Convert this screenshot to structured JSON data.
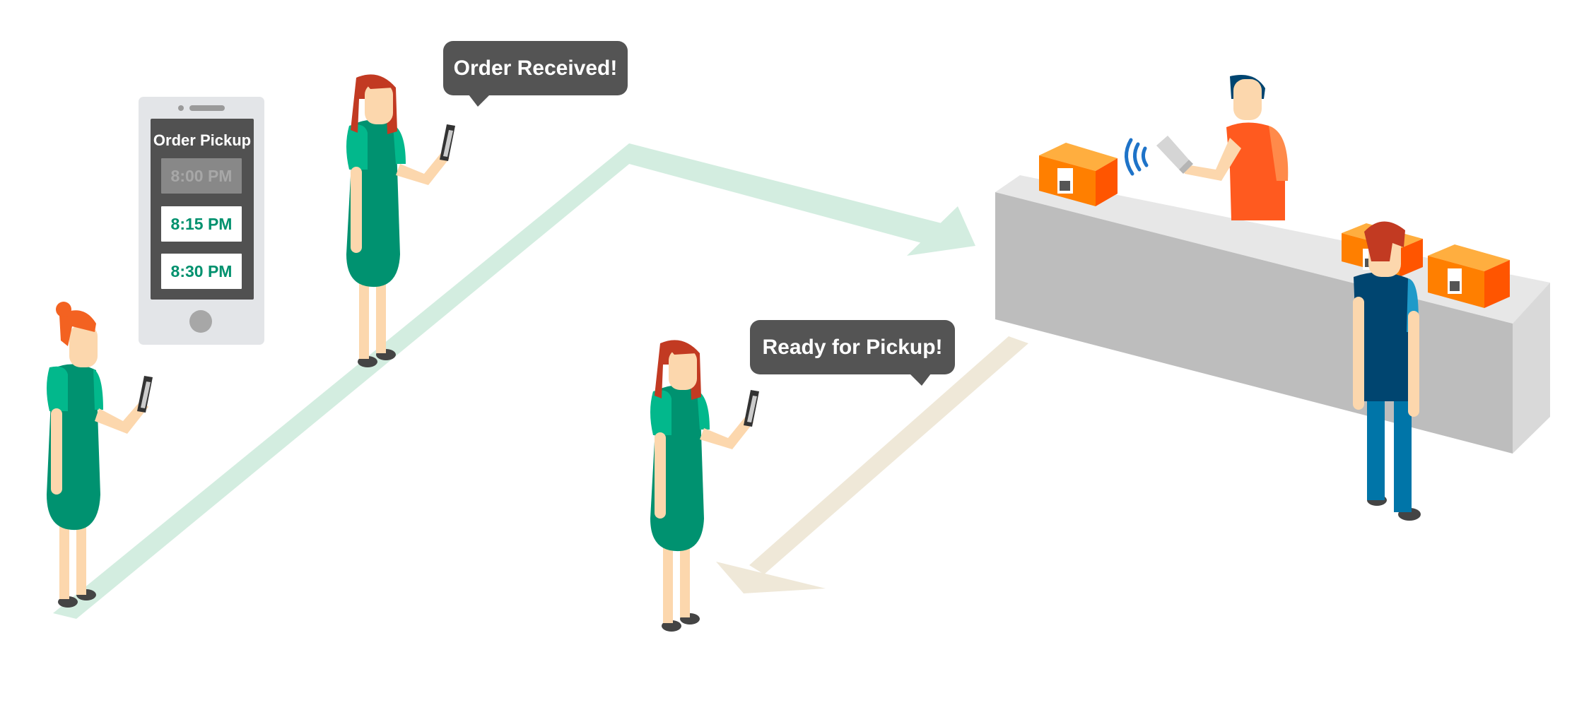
{
  "phone": {
    "title": "Order Pickup",
    "slots": [
      {
        "label": "8:00 PM",
        "available": false
      },
      {
        "label": "8:15 PM",
        "available": true
      },
      {
        "label": "8:30 PM",
        "available": true
      }
    ]
  },
  "bubbles": {
    "order_received": "Order Received!",
    "ready_for_pickup": "Ready for Pickup!"
  },
  "colors": {
    "path_green": "#d3ede0",
    "path_beige": "#efe8d8",
    "dress_green": "#009270",
    "sleeve_teal": "#02b88c",
    "hair_red": "#c23a22",
    "skin": "#fcd7ad",
    "counter_top": "#e7e7e7",
    "counter_front": "#bdbdbd",
    "box_orange": "#ff7f00",
    "box_red": "#ff5500",
    "bubble_bg": "#545454",
    "nfc_blue": "#1e73c8",
    "staff_shirt": "#ff5a1f",
    "customer_shirt": "#004570",
    "customer_jeans": "#0075a8"
  },
  "icons": [
    "phone-icon",
    "nfc-wave-icon",
    "qr-code-icon",
    "scanner-icon"
  ]
}
